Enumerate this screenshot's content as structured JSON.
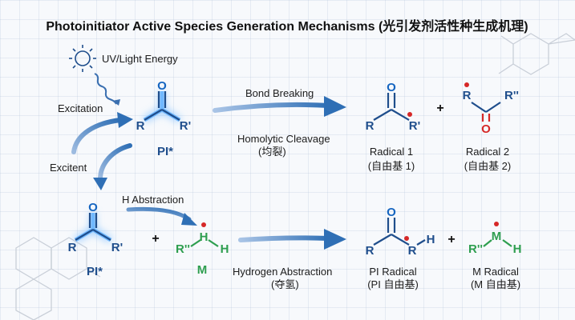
{
  "title": "Photoinitiator Active Species Generation Mechanisms (光引发剂活性种生成机理)",
  "energy_label": "UV/Light Energy",
  "excitation_label": "Excitation",
  "excitent_label": "Excitent",
  "pi_star_top": "PI*",
  "pi_star_bottom": "PI*",
  "bond_breaking": "Bond Breaking",
  "homolytic_line1": "Homolytic Cleavage",
  "homolytic_line2": "(均裂)",
  "h_abstraction": "H Abstraction",
  "hydrogen_line1": "Hydrogen Abstraction",
  "hydrogen_line2": "(夺氢)",
  "m_label": "M",
  "plus": "+",
  "radical1_line1": "Radical 1",
  "radical1_line2": "(自由基 1)",
  "radical2_line1": "Radical 2",
  "radical2_line2": "(自由基 2)",
  "pi_radical_line1": "PI Radical",
  "pi_radical_line2": "(PI 自由基)",
  "m_radical_line1": "M Radical",
  "m_radical_line2": "(M 自由基)",
  "atoms": {
    "O": "O",
    "R": "R",
    "R_prime": "R'",
    "R_dprime": "R''",
    "H": "H",
    "M": "M"
  },
  "colors": {
    "blue": "#1f4e8c",
    "green": "#2e9e4f",
    "red": "#d62828",
    "glow": "#6fb8ff"
  }
}
